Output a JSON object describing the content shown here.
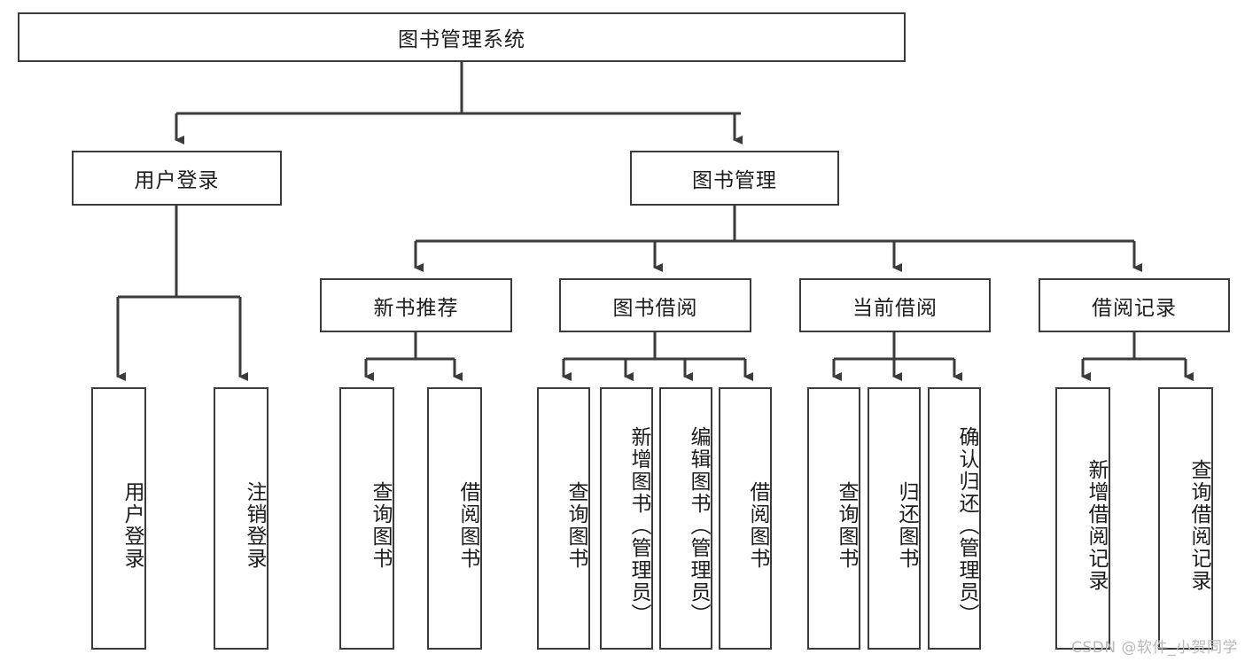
{
  "diagram": {
    "type": "tree",
    "title": "图书管理系统",
    "root": {
      "label": "图书管理系统"
    },
    "level2": [
      {
        "label": "用户登录"
      },
      {
        "label": "图书管理"
      }
    ],
    "level3": [
      {
        "label": "新书推荐"
      },
      {
        "label": "图书借阅"
      },
      {
        "label": "当前借阅"
      },
      {
        "label": "借阅记录"
      }
    ],
    "leaves": [
      {
        "label": "用户登录",
        "parent": "用户登录"
      },
      {
        "label": "注销登录",
        "parent": "用户登录"
      },
      {
        "label": "查询图书",
        "parent": "新书推荐"
      },
      {
        "label": "借阅图书",
        "parent": "新书推荐"
      },
      {
        "label": "查询图书",
        "parent": "图书借阅"
      },
      {
        "label": "新增图书（管理员）",
        "parent": "图书借阅"
      },
      {
        "label": "编辑图书（管理员）",
        "parent": "图书借阅"
      },
      {
        "label": "借阅图书",
        "parent": "图书借阅"
      },
      {
        "label": "查询图书",
        "parent": "当前借阅"
      },
      {
        "label": "归还图书",
        "parent": "当前借阅"
      },
      {
        "label": "确认归还（管理员）",
        "parent": "当前借阅"
      },
      {
        "label": "新增借阅记录",
        "parent": "借阅记录"
      },
      {
        "label": "查询借阅记录",
        "parent": "借阅记录"
      }
    ]
  },
  "watermark": {
    "text": "CSDN @软件_小贺同学"
  },
  "colors": {
    "border": "#3b3b3b",
    "text": "#1c1c1c",
    "background": "#ffffff",
    "watermark": "#b9b9b9"
  }
}
